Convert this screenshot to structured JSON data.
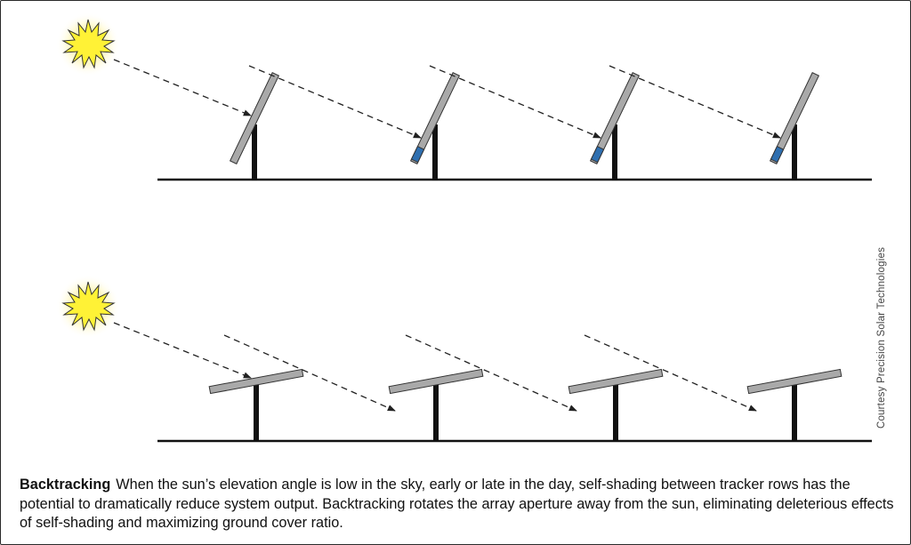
{
  "caption": {
    "title": "Backtracking",
    "body": "When the sun’s elevation angle is low in the sky, early or late in the day, self-shading between tracker rows has the potential to dramatically reduce system output. Backtracking rotates the array aperture away from the sun, eliminating deleterious effects of self-shading and maximizing ground cover ratio."
  },
  "credit": "Courtesy Precision Solar Technologies",
  "colors": {
    "panel_fill": "#a9a9a9",
    "panel_stroke": "#333333",
    "shade": "#2f6fb0",
    "sun_fill": "#fff236",
    "sun_glow": "#fbf29a",
    "post": "#111111",
    "ground": "#111111"
  }
}
